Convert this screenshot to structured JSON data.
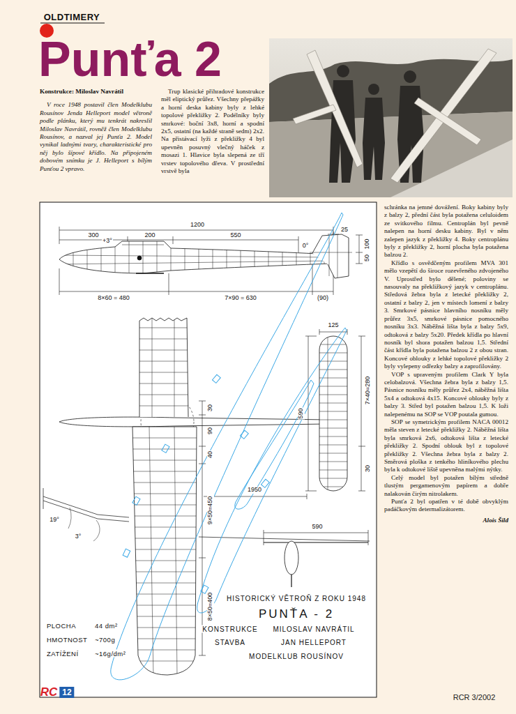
{
  "diagram": {
    "title": "Punťa 2",
    "labels": [
      "OLDTIMERY",
      "Konstrukce: Miloslav Navrátil",
      "V roce 1948 postavil člen Modelklubu Rousínov Jenda Helleport model větroně podle plánku, který mu tenkrát nakreslil Miloslav Navrátil, rovněž člen Modelklubu Rousínov, a nazval jej Punťa 2. Model vynikal ladnými tvary, charakteristické pro něj bylo šípové křídlo. Na připojeném dobovém snímku je J. Helleport s bílým Punťou 2 vpravo.",
      "Trup klasické přihradové konstrukce měl eliptický průřez. Všechny přepážky a horní deska kabiny byly z lehké topolové překližky 2. Podélníky byly smrkové: boční 3x8, horní a spodní 2x5, ostatní (na každé straně sedm) 2x2. Na přistávací lyži z překližky 4 byl upevněn posuvný vlečný háček z mosazi 1. Hlavice byla slepená ze tří vrstev topolového dřeva. V prostřední vrstvě byla",
      "schránka na jemné dovážení. Boky kabiny byly z balzy 2, přední část byla potažena celuloidem ze svitkového filmu. Centroplán byl pevně nalepen na horní desku kabiny. Byl v něm zalepen jazyk z překližky 4. Boky centroplánu byly z překližky 2, horní plocha byla potažena balzou 2.",
      "Křídlo s osvědčeným profilem MVA 301 mělo vzepětí do široce rozevřeného zdvojeného V. Uprostřed bylo dělené; poloviny se nasouvaly na překližkový jazyk v centroplánu. Středová žebra byla z letecké překližky 2, ostatní z balzy 2, jen v místech lomení z balzy 3. Smrkové pásnice hlavního nosníku měly průřez 3x5, smrkové pásnice pomocného nosníku 3x3. Náběžná lišta byla z balzy 5x9, odtoková z balzy 5x20. Předek křídla po hlavní nosník byl shora potažen balzou 1,5. Střední část křídla byla potažena balzou 2 z obou stran. Koncové oblouky z lehké topolové překližky 2 byly vylepeny odřezky balzy a zaprofilovány.",
      "VOP s upraveným profilem Clark Y byla celobalzová. Všechna žebra byla z balzy 1,5. Pásnice nosníku měly průřez 2x4, náběžná lišta 5x4 a odtoková 4x15. Koncové oblouky byly z balzy 3. Střed byl potažen balzou 1,5. K loži nalepenému na SOP se VOP poutala gumou.",
      "SOP se symetrickým profilem NACA 00012 měla steven z letecké překližky 2. Náběžná lišta byla smrková 2x6, odtoková lišta z letecké překližky 2. Spodní oblouk byl z topolové překližky 2. Všechna žebra byla z balzy 2. Směrová ploška z tenkého hliníkového plechu byla k odtokové liště upevněna malými nýtky.",
      "Celý model byl potažen bílým středně tlustým pergamenovým papírem a dobře nalakován čirým nitrolakem.",
      "Punťa 2 byl opatřen v té době obvyklým padáčkovým determalizátorem.",
      "Alois Šild",
      "1200",
      "300",
      "200",
      "550",
      "25",
      "+3°",
      "0°",
      "100",
      "50",
      "8×60 = 480",
      "7×90 = 630",
      "(90)",
      "125",
      "590",
      "7×40=280",
      "30",
      "30",
      "90",
      "40",
      "1950",
      "9×50=450",
      "8×50=400",
      "19°",
      "3°",
      "590",
      "HISTORICKÝ VĚTROŇ Z ROKU 1948",
      "PUNŤA - 2",
      "KONSTRUKCE",
      "MILOSLAV NAVRÁTIL",
      "STAVBA",
      "JAN HELLEPORT",
      "MODELKLUB ROUSÍNOV",
      "PLOCHA",
      "44 dm²",
      "HMOTNOST",
      "~700g",
      "ZATÍŽENÍ",
      "~16g/dm²",
      "RC",
      "12",
      "RCR 3/2002"
    ]
  }
}
